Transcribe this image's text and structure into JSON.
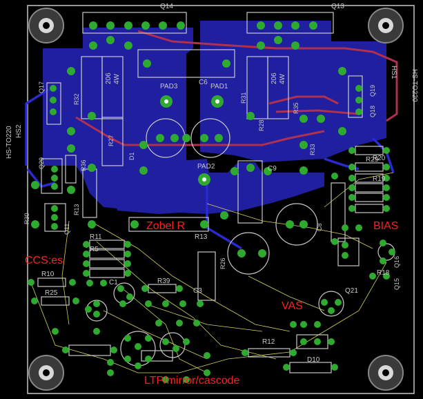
{
  "board": {
    "annotations": {
      "zobel": "Zobel R",
      "bias": "BIAS",
      "ccs": "CCS:es",
      "vas": "VAS",
      "ltp": "LTP/mirror/cascode"
    },
    "heatsink_labels": {
      "left_1": "HS-TO220",
      "left_2": "HS2",
      "right_1": "HS-TO220",
      "right_2": "HS1"
    },
    "components": {
      "q14": "Q14",
      "q13": "Q13",
      "q17": "Q17",
      "q19": "Q19",
      "q18": "Q18",
      "q20": "Q20",
      "q11": "Q11",
      "q15": "Q15",
      "q16": "Q16",
      "q21": "Q21",
      "r32": "R32",
      "r27": "R27",
      "r31": "R31",
      "r28": "R28",
      "r35": "R35",
      "r33": "R33",
      "r36": "R36",
      "r13": "R13",
      "r30": "R30",
      "r11": "R11",
      "r5": "R5",
      "r10": "R10",
      "r25": "R25",
      "r39": "R39",
      "r12": "R12",
      "r29": "R29",
      "r19": "R19",
      "r18": "R18",
      "r20": "R20",
      "r26": "R26",
      "c6": "C6",
      "c9": "C9",
      "c3": "C3",
      "c8": "C8",
      "c1": "C1",
      "d1": "D1",
      "d10": "D10",
      "pad1": "PAD1",
      "pad2": "PAD2",
      "pad3": "PAD3",
      "res_value_1": "206",
      "res_power_1": "4W",
      "res_value_2": "206",
      "res_power_2": "4W"
    }
  },
  "colors": {
    "background": "#000000",
    "board_outline": "#c8c8c8",
    "copper_pour": "#1f1fa0",
    "bottom_trace": "#2a2ad0",
    "top_trace": "#b03050",
    "pad": "#2fa92f",
    "pad_hole": "#ffffff",
    "silkscreen": "#c9c9c9",
    "ratsnest": "#d4d45a",
    "annotation": "#ff1f1f"
  }
}
